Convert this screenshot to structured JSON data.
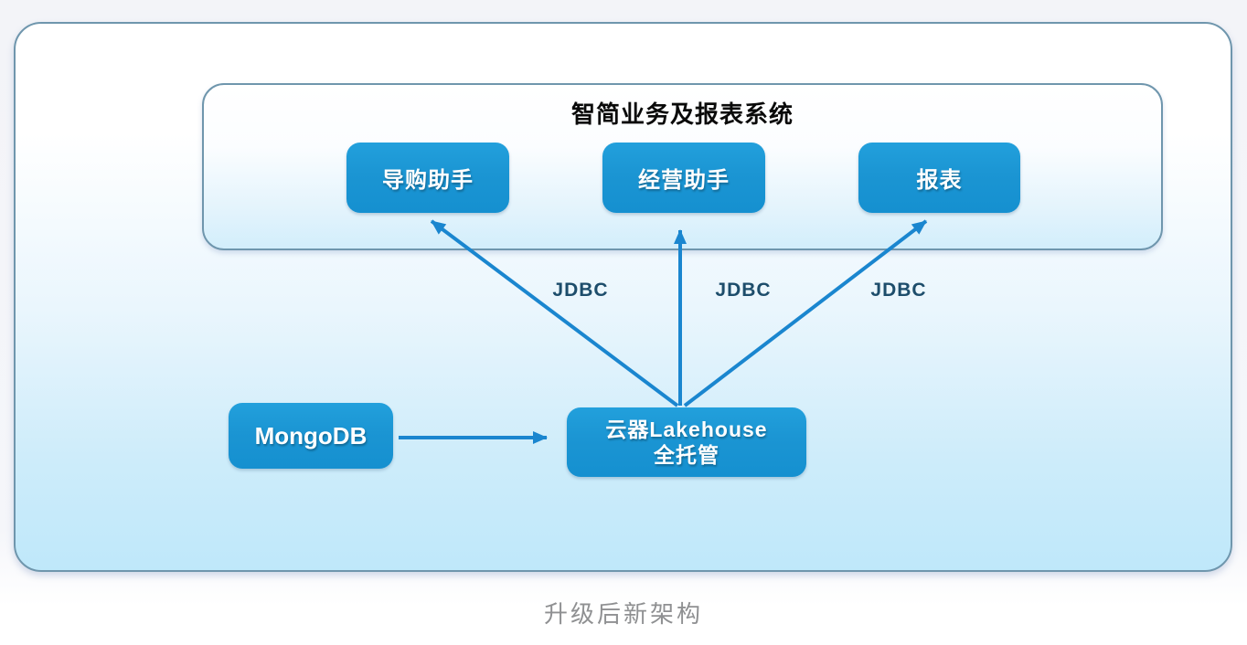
{
  "page": {
    "caption": "升级后新架构"
  },
  "system_box": {
    "title": "智简业务及报表系统",
    "apps": [
      {
        "label": "导购助手"
      },
      {
        "label": "经营助手"
      },
      {
        "label": "报表"
      }
    ]
  },
  "nodes": {
    "mongodb": {
      "label": "MongoDB"
    },
    "lakehouse": {
      "line1": "云器Lakehouse",
      "line2": "全托管"
    }
  },
  "connections": [
    {
      "from": "MongoDB",
      "to": "云器Lakehouse 全托管",
      "label": ""
    },
    {
      "from": "云器Lakehouse 全托管",
      "to": "导购助手",
      "label": "JDBC"
    },
    {
      "from": "云器Lakehouse 全托管",
      "to": "经营助手",
      "label": "JDBC"
    },
    {
      "from": "云器Lakehouse 全托管",
      "to": "报表",
      "label": "JDBC"
    }
  ],
  "colors": {
    "node_blue": "#1b95d3",
    "arrow_blue": "#1a86cf",
    "jdbc_text": "#1d4d6b",
    "box_border": "#6f96ad",
    "panel_bottom": "#bfe8fa",
    "caption_text": "#8f9092",
    "title_text": "#0a0a0a"
  }
}
